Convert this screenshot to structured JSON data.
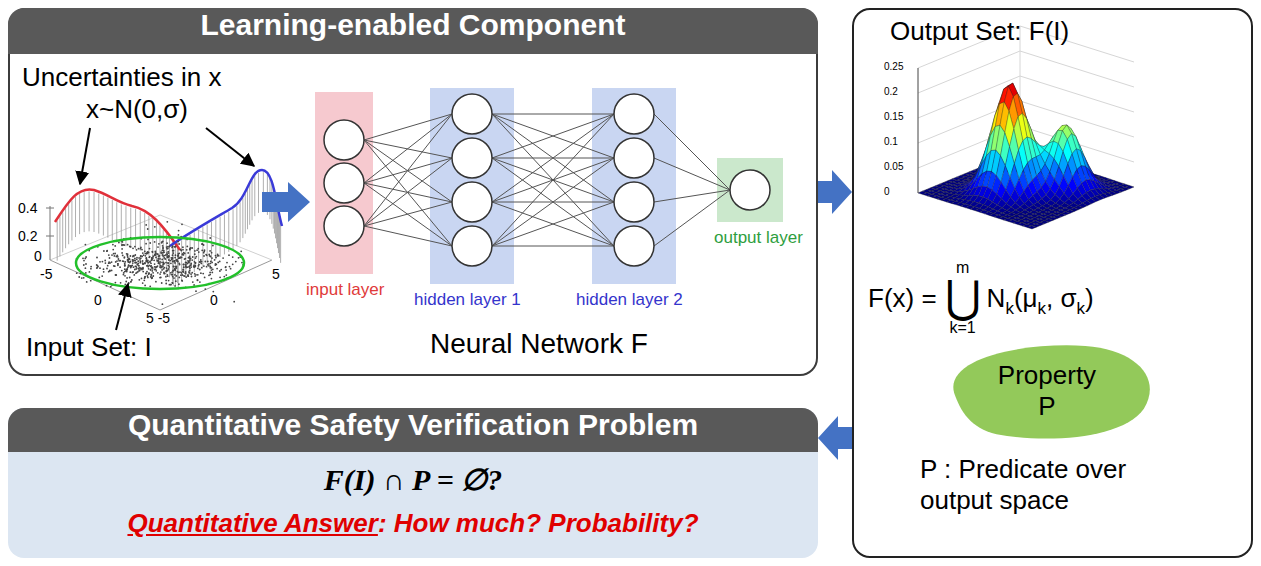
{
  "diagram": {
    "nodes": [
      {
        "text": [
          "Learning-enabled Component"
        ]
      },
      {
        "text": [
          "Output Set: F(I)",
          "P : Predicate over output space"
        ]
      },
      {
        "text": [
          "Property P"
        ],
        "in": 1
      },
      {
        "text": [
          "Quantitative Safety Verification Problem",
          "F(I) ∩ P = ∅?",
          "Quantitative Answer",
          ": How much? Probability?"
        ]
      }
    ],
    "edges": [
      {
        "from": 0,
        "to": 1,
        "arrow": "to"
      },
      {
        "from": 1,
        "to": 3,
        "arrow": "to"
      }
    ],
    "labels": [
      "Uncertainties in x",
      "x~N(0,σ)",
      "0.4",
      "0.2",
      "0",
      "-5",
      "0",
      "5 -5",
      "0",
      "5",
      "Input Set: I",
      "input layer",
      "hidden layer 1",
      "hidden layer 2",
      "output layer",
      "Neural Network F",
      "0.25",
      "0.2",
      "0.15",
      "0.1",
      "0.05",
      "0",
      "F(x) =",
      "m",
      "⋃",
      "k=1",
      "N",
      "k",
      "(μ",
      "k",
      ", σ",
      "k",
      ")"
    ]
  }
}
